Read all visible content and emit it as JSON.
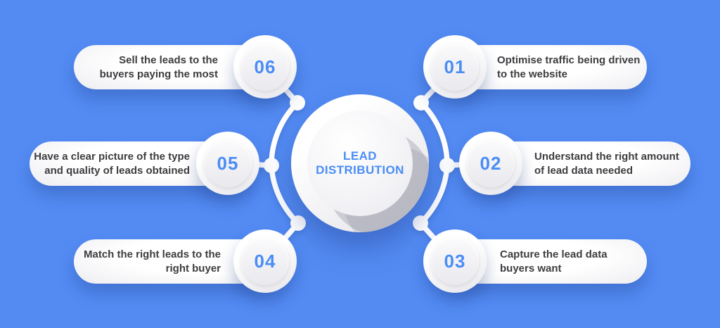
{
  "title": {
    "line1": "LEAD",
    "line2": "DISTRIBUTION"
  },
  "items": [
    {
      "number": "01",
      "lines": [
        "Optimise traffic being driven",
        "to the website"
      ]
    },
    {
      "number": "02",
      "lines": [
        "Understand the right amount",
        "of lead data needed"
      ]
    },
    {
      "number": "03",
      "lines": [
        "Capture the lead data",
        "buyers want"
      ]
    },
    {
      "number": "04",
      "lines": [
        "Match the right leads to the",
        "right buyer"
      ]
    },
    {
      "number": "05",
      "lines": [
        "Have a clear picture of the type",
        "and quality of leads obtained"
      ]
    },
    {
      "number": "06",
      "lines": [
        "Sell the leads to the",
        "buyers paying the most"
      ]
    }
  ],
  "colors": {
    "background": "#538BF3",
    "accent_blue": "#4A8DF5",
    "text_dark": "#3D3D40",
    "card_white": "#FFFFFF"
  }
}
